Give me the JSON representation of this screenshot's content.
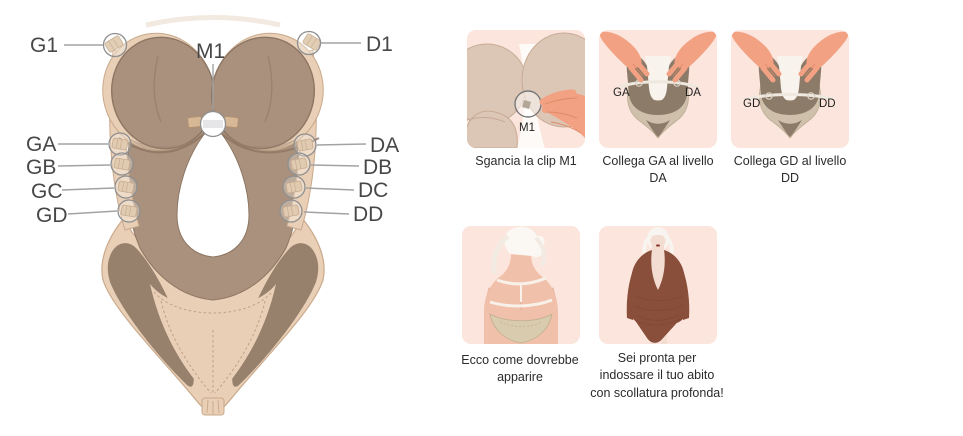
{
  "diagram": {
    "labels": {
      "g1": "G1",
      "m1": "M1",
      "d1": "D1",
      "ga": "GA",
      "gb": "GB",
      "gc": "GC",
      "gd": "GD",
      "da": "DA",
      "db": "DB",
      "dc": "DC",
      "dd": "DD"
    }
  },
  "steps": [
    {
      "caption": "Sgancia la clip M1",
      "image_labels": {
        "m1": "M1"
      }
    },
    {
      "caption": "Collega GA al livello DA",
      "image_labels": {
        "left": "GA",
        "right": "DA"
      }
    },
    {
      "caption": "Collega GD al livello DD",
      "image_labels": {
        "left": "GD",
        "right": "DD"
      }
    },
    {
      "caption": "Ecco come dovrebbe apparire",
      "image_labels": {}
    },
    {
      "caption": "Sei pronta per indossare il tuo abito con scollatura profonda!",
      "image_labels": {}
    }
  ],
  "colors": {
    "card_background": "#fbe5dc",
    "garment_beige": "#e9cfb6",
    "garment_brown": "#a9917d",
    "garment_dark_panel": "#97806c",
    "clip_tan": "#d6b896",
    "label_text": "#474747",
    "caption_text": "#2b2b2b",
    "hand_skin": "#f2a183",
    "back_skin": "#f1c0aa",
    "dress_brown": "#8a4f3b"
  }
}
